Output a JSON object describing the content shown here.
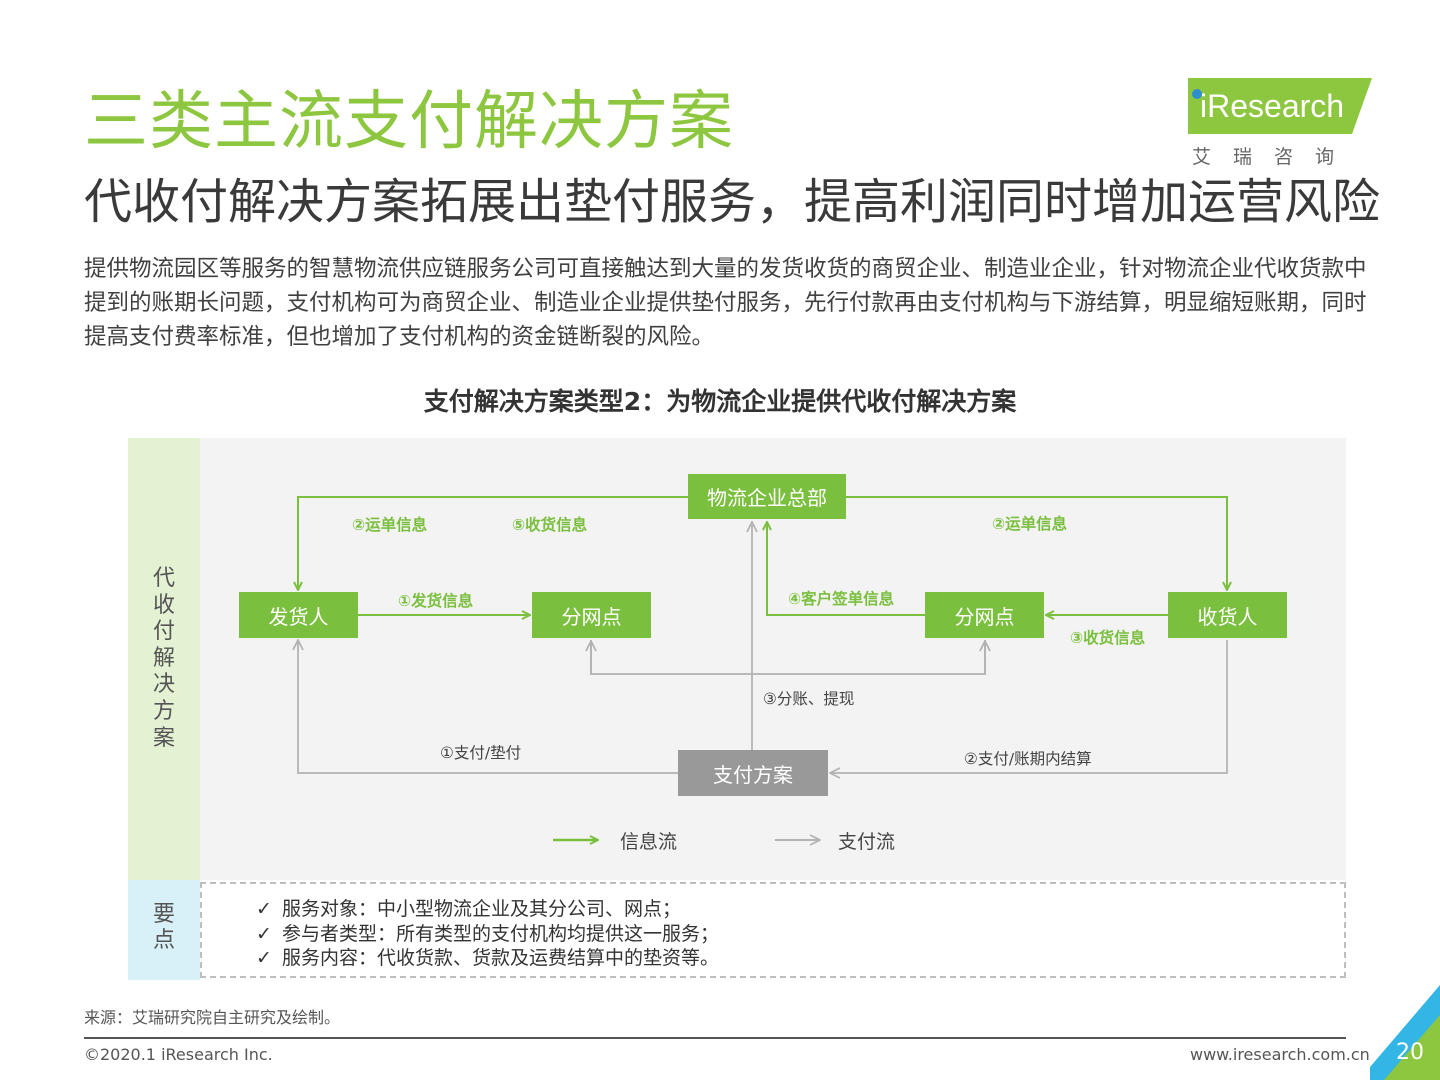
{
  "header": {
    "title": "三类主流支付解决方案",
    "subtitle": "代收付解决方案拓展出垫付服务，提高利润同时增加运营风险",
    "intro": "提供物流园区等服务的智慧物流供应链服务公司可直接触达到大量的发货收货的商贸企业、制造业企业，针对物流企业代收货款中提到的账期长问题，支付机构可为商贸企业、制造业企业提供垫付服务，先行付款再由支付机构与下游结算，明显缩短账期，同时提高支付费率标准，但也增加了支付机构的资金链断裂的风险。"
  },
  "logo": {
    "text": "iResearch",
    "subtitle": "艾瑞咨询"
  },
  "diagram": {
    "title": "支付解决方案类型2：为物流企业提供代收付解决方案",
    "side_label": "代收付解决方案",
    "nodes": {
      "hq": "物流企业总部",
      "shipper": "发货人",
      "branch_left": "分网点",
      "branch_right": "分网点",
      "receiver": "收货人",
      "payment": "支付方案"
    },
    "info_flows": {
      "waybill_left": "②运单信息",
      "receipt_top": "⑤收货信息",
      "waybill_right": "②运单信息",
      "shipping": "①发货信息",
      "sign": "④客户签单信息",
      "receipt_right": "③收货信息"
    },
    "payment_flows": {
      "split": "③分账、提现",
      "advance": "①支付/垫付",
      "settle": "②支付/账期内结算"
    },
    "legend": {
      "info": "信息流",
      "payment": "支付流"
    },
    "colors": {
      "info_flow": "#7bbf3f",
      "payment_flow": "#b3b3b3",
      "side_bg": "#e4f2d3",
      "keypoint_bg": "#d8f0f7"
    }
  },
  "keypoints": {
    "label": "要点",
    "items": [
      "服务对象：中小型物流企业及其分公司、网点；",
      "参与者类型：所有类型的支付机构均提供这一服务；",
      "服务内容：代收货款、货款及运费结算中的垫资等。"
    ]
  },
  "footer": {
    "source": "来源：艾瑞研究院自主研究及绘制。",
    "copyright": "©2020.1 iResearch Inc.",
    "website": "www.iresearch.com.cn",
    "page": "20"
  }
}
